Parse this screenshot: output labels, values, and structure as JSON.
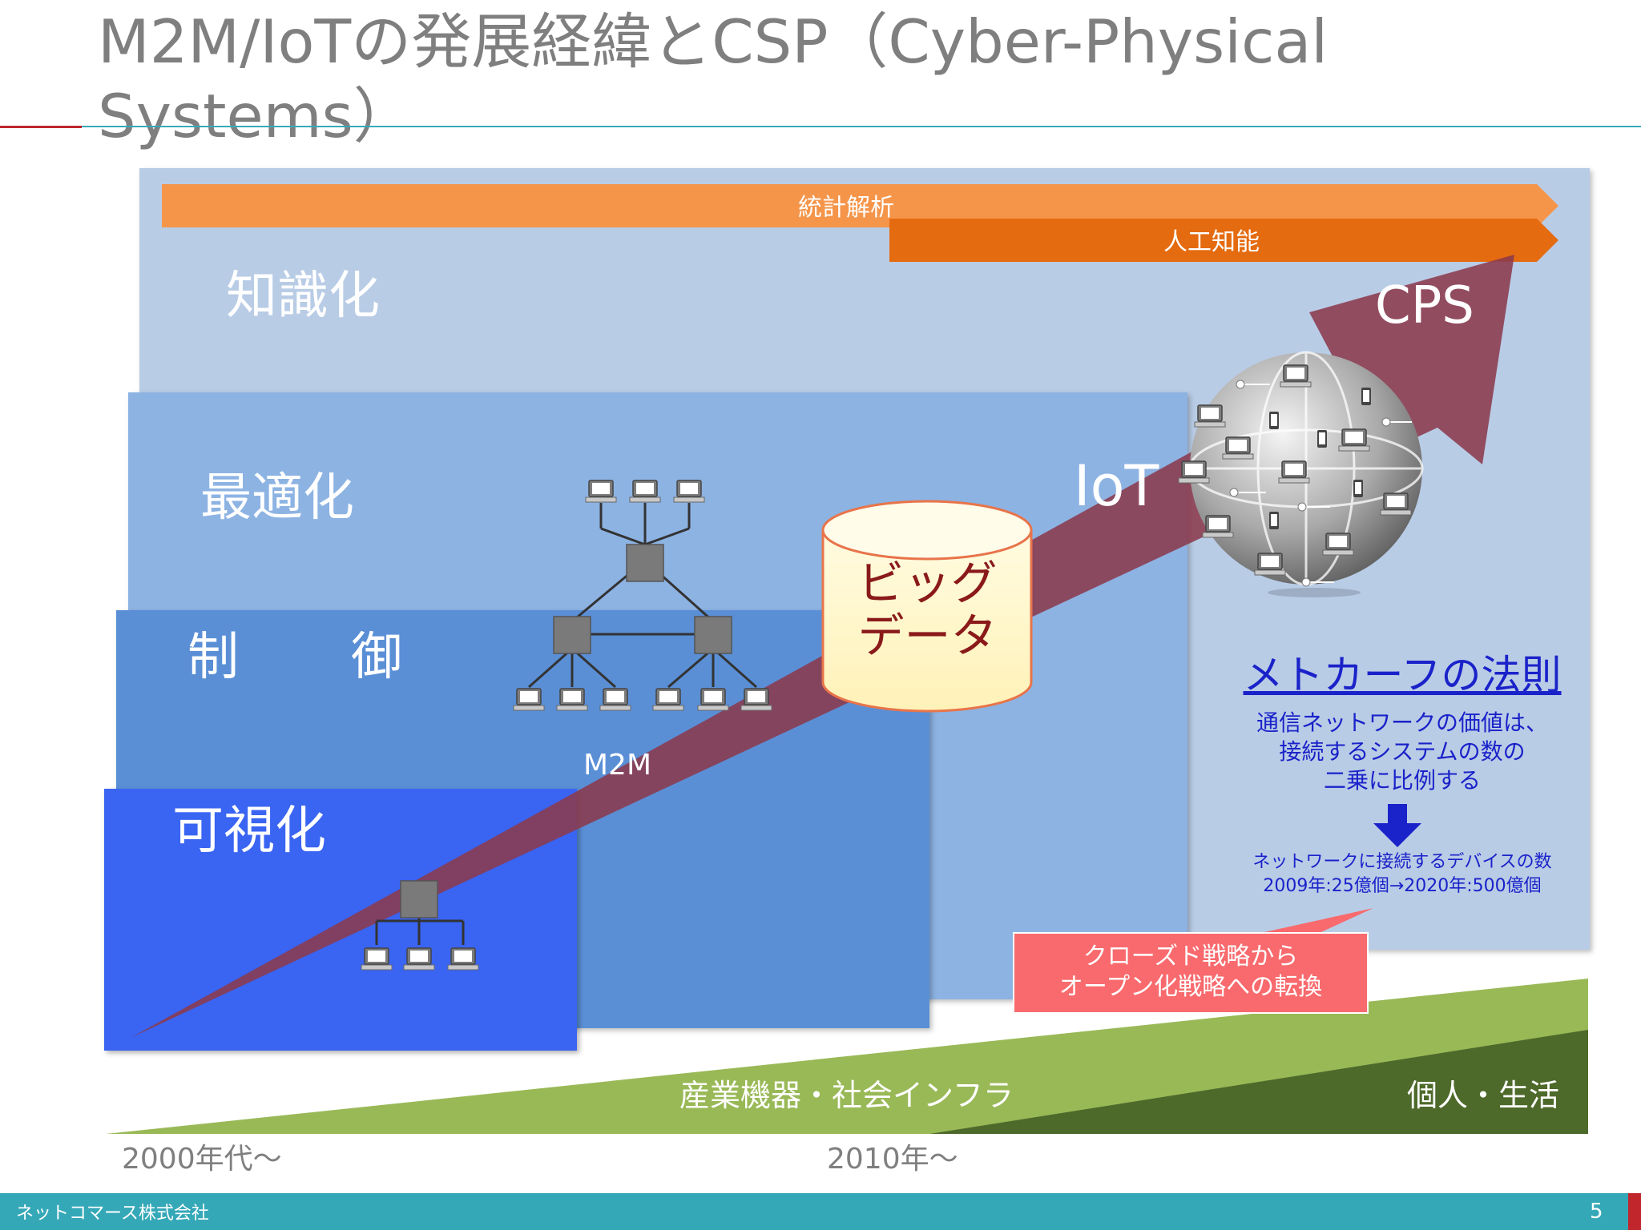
{
  "slide": {
    "title": "M2M/IoTの発展経緯とCSP（Cyber-Physical Systems）",
    "page_number": "5",
    "company": "ネットコマース株式会社"
  },
  "levels": {
    "knowledge": "知識化",
    "optimization": "最適化",
    "control": "制　御",
    "visualization": "可視化"
  },
  "bars": {
    "statistics": "統計解析",
    "ai": "人工知能"
  },
  "arrow": {
    "m2m": "M2M",
    "iot": "IoT",
    "cps": "CPS"
  },
  "big_data": {
    "line1": "ビッグ",
    "line2": "データ"
  },
  "metcalfe": {
    "title": "メトカーフの法則",
    "line1": "通信ネットワークの価値は、",
    "line2": "接続するシステムの数の",
    "line3": "二乗に比例する",
    "devices_line1": "ネットワークに接続するデバイスの数",
    "devices_line2": "2009年:25億個→2020年:500億個"
  },
  "callout": {
    "line1": "クローズド戦略から",
    "line2": "オープン化戦略への転換"
  },
  "wedges": {
    "industrial": "産業機器・社会インフラ",
    "personal": "個人・生活"
  },
  "timeline": {
    "start": "2000年代～",
    "mid": "2010年～"
  },
  "colors": {
    "knowledge_band": "#b9cce6",
    "optimization_band": "#8db3e3",
    "control_band": "#5a8fd6",
    "visualization_band": "#3a64f2",
    "arrow": "#8b3a4d",
    "statistics_bar": "#f5954a",
    "ai_bar": "#e56b10",
    "green_light": "#99b957",
    "green_dark": "#4e6a2b",
    "callout": "#f86a6d",
    "link_blue": "#1a22c9",
    "footer": "#35a8b8"
  }
}
